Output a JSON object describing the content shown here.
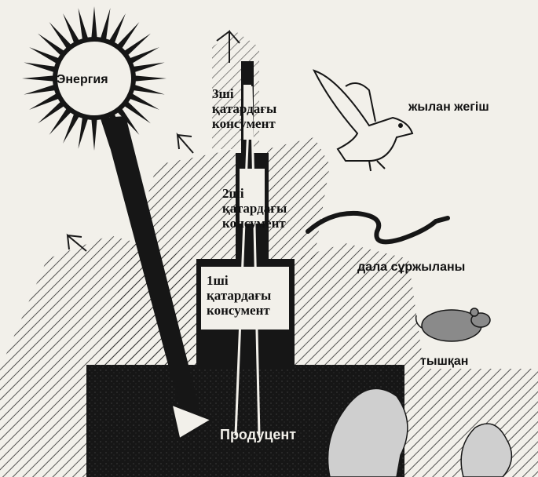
{
  "sun": {
    "label": "Энергия"
  },
  "levels": {
    "producer": "Продуцент",
    "consumer1": [
      "1ші",
      "қатардағы",
      "консумент"
    ],
    "consumer2": [
      "2ші",
      "қатардағы",
      "консумент"
    ],
    "consumer3": [
      "3ші",
      "қатардағы",
      "консумент"
    ]
  },
  "animals": {
    "eagle": "жылан жегіш",
    "snake": "дала сұржыланы",
    "mouse": "тышқан"
  },
  "colors": {
    "dark": "#161616",
    "paper": "#f2f0ea",
    "hatch": "#2a2a2a"
  }
}
